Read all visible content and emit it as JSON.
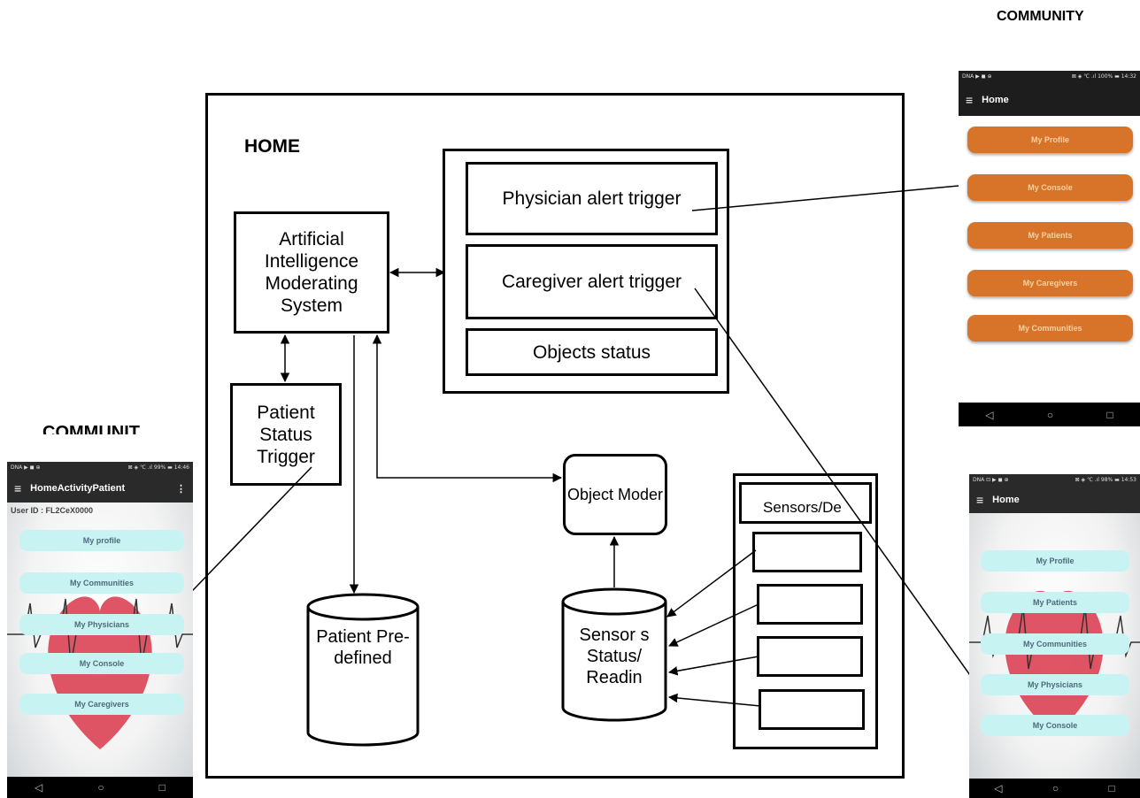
{
  "home_label": "HOME",
  "community_top_label": "COMMUNITY",
  "community_left_label": "COMMUNIT",
  "ai_system": "Artificial Intelligence Moderating System",
  "alerts": {
    "physician": "Physician alert trigger",
    "caregiver": "Caregiver alert trigger",
    "objects": "Objects status"
  },
  "patient_status_trigger": "Patient Status Trigger",
  "object_moder": "Object Moder",
  "patient_db": "Patient Pre- defined",
  "sensors_db": "Sensor s Status/ Readin",
  "sensors_devices": "Sensors/De",
  "phone_top_right": {
    "status_left": "DNA ▶ ◼ ⊕",
    "status_right": "⊠ ◈ ℃ .ıl 100% ▬ 14:32",
    "title": "Home",
    "buttons": [
      "My Profile",
      "My Console",
      "My Patients",
      "My Caregivers",
      "My Communities"
    ]
  },
  "phone_left": {
    "status_left": "DNA ▶ ◼ ⊕",
    "status_right": "⊠ ◈ ℃ .ıl 99% ▬ 14:46",
    "title": "HomeActivityPatient",
    "user_id": "User ID : FL2CeX0000",
    "buttons": [
      "My profile",
      "My Communities",
      "My Physicians",
      "My Console",
      "My Caregivers"
    ]
  },
  "phone_bottom_right": {
    "status_left": "DNA ⊡ ▶ ◼ ⊕",
    "status_right": "⊠ ◈ ℃ .ıl 98% ▬ 14:53",
    "title": "Home",
    "buttons": [
      "My Profile",
      "My Patients",
      "My Communities",
      "My Physicians",
      "My Console"
    ]
  },
  "nav_icons": [
    "◁",
    "○",
    "□"
  ]
}
